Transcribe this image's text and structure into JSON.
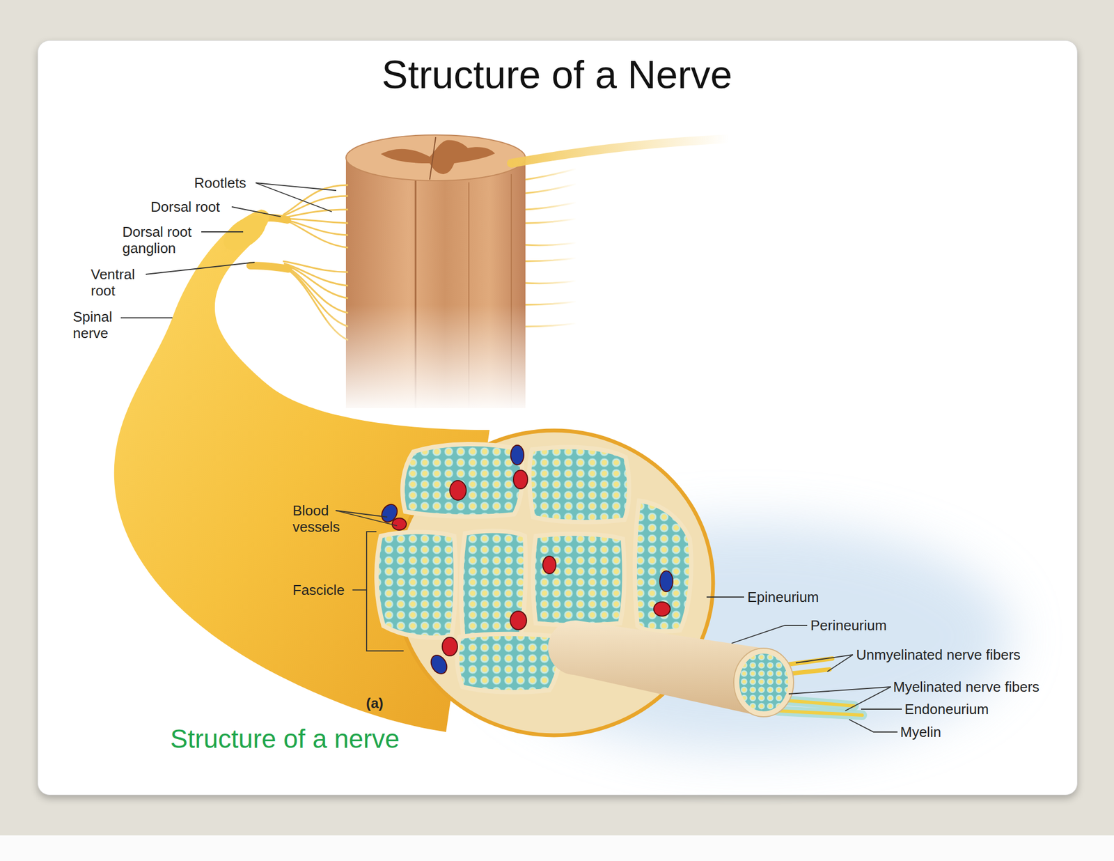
{
  "diagram": {
    "title": "Structure of a Nerve",
    "caption": "Structure of a nerve",
    "labels": [
      "Rootlets",
      "Dorsal root",
      "Dorsal root ganglion",
      "Ventral root",
      "Spinal nerve",
      "Blood vessels",
      "Fascicle",
      "(a)",
      "Epineurium",
      "Perineurium",
      "Unmyelinated nerve fibers",
      "Myelinated nerve fibers",
      "Endoneurium",
      "Myelin"
    ]
  }
}
